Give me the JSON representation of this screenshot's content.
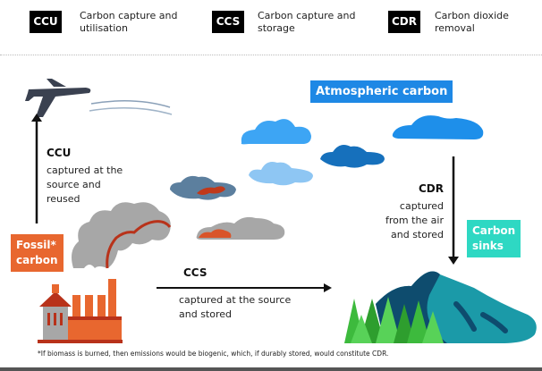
{
  "legend": [
    {
      "abbr": "CCU",
      "line1": "Carbon capture and",
      "line2": "utilisation"
    },
    {
      "abbr": "CCS",
      "line1": "Carbon capture and",
      "line2": "storage"
    },
    {
      "abbr": "CDR",
      "line1": "Carbon dioxide",
      "line2": "removal"
    }
  ],
  "labels": {
    "atmospheric": "Atmospheric carbon",
    "fossil_line1": "Fossil*",
    "fossil_line2": "carbon",
    "sinks_line1": "Carbon",
    "sinks_line2": "sinks"
  },
  "ccu": {
    "title": "CCU",
    "lines": [
      "captured at the",
      "source and",
      "reused"
    ]
  },
  "ccs": {
    "title": "CCS",
    "lines": [
      "captured at the source",
      "and stored"
    ]
  },
  "cdr": {
    "title": "CDR",
    "lines": [
      "captured",
      "from the air",
      "and stored"
    ]
  },
  "footnote": "*If biomass is burned, then emissions would be biogenic, which, if durably stored, would constitute CDR.",
  "colors": {
    "orange": "#E8672F",
    "blue": "#1E88E5",
    "teal": "#2ED8C3",
    "rust": "#B8321A"
  }
}
